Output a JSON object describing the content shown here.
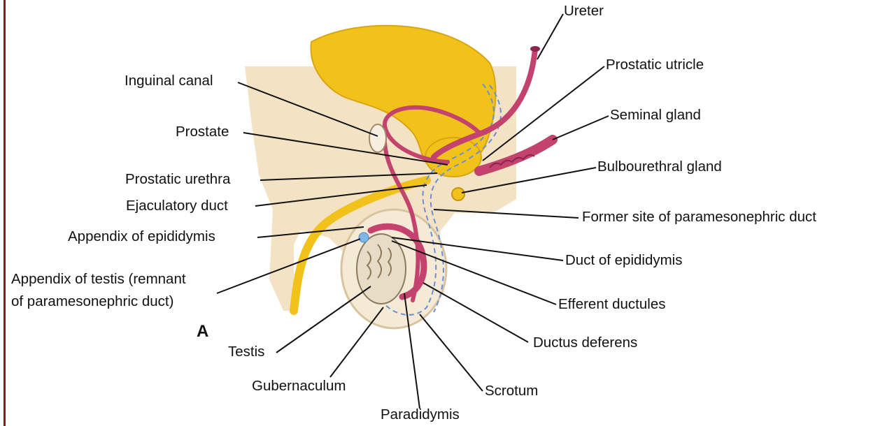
{
  "figure": {
    "panel_letter": "A",
    "colors": {
      "frame_bar": "#8b1a1a",
      "body_tissue": "#f3e3c4",
      "bladder_yellow": "#f0c21a",
      "duct_pink": "#c3426e",
      "testis_fill": "#e7ddc7",
      "paramesonephric_dash": "#6b8fd6",
      "appendix_blue": "#7fb6e8"
    },
    "labels": {
      "ureter": "Ureter",
      "prostatic_utricle": "Prostatic utricle",
      "seminal_gland": "Seminal gland",
      "bulbourethral_gland": "Bulbourethral gland",
      "former_site": "Former site of paramesonephric duct",
      "duct_of_epididymis": "Duct of epididymis",
      "efferent_ductules": "Efferent ductules",
      "ductus_deferens": "Ductus deferens",
      "scrotum": "Scrotum",
      "paradidymis": "Paradidymis",
      "gubernaculum": "Gubernaculum",
      "testis": "Testis",
      "appendix_of_testis_line1": "Appendix of testis (remnant",
      "appendix_of_testis_line2": "of paramesonephric duct)",
      "appendix_of_epididymis": "Appendix of epididymis",
      "ejaculatory_duct": "Ejaculatory duct",
      "prostatic_urethra": "Prostatic urethra",
      "prostate": "Prostate",
      "inguinal_canal": "Inguinal canal"
    }
  }
}
